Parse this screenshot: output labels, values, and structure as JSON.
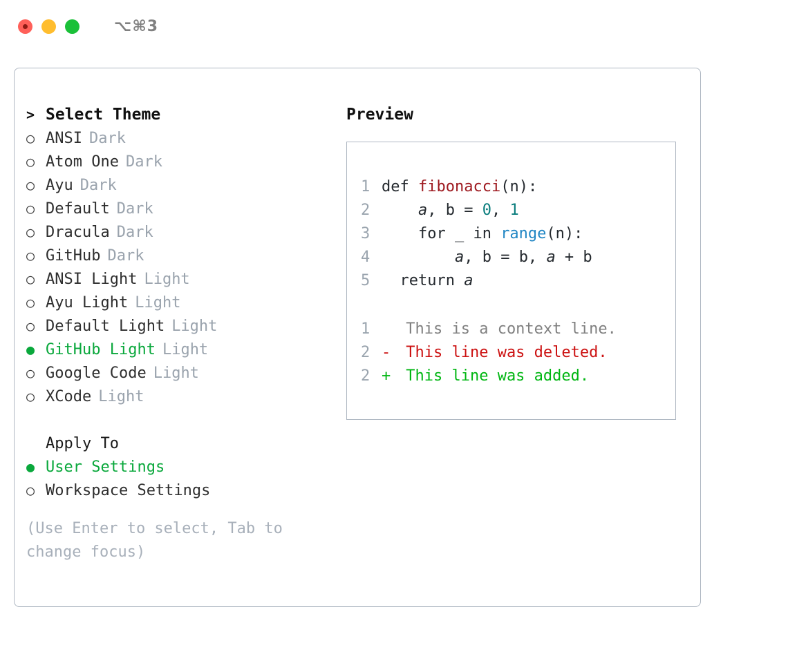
{
  "window": {
    "shortcut": "⌥⌘3",
    "traffic_lights": [
      "close-red",
      "minimize-amber",
      "maximize-green"
    ]
  },
  "theme_list": {
    "header_marker": ">",
    "header_label": "Select Theme",
    "items": [
      {
        "marker": "○",
        "name": "ANSI",
        "tag": "Dark",
        "selected": false
      },
      {
        "marker": "○",
        "name": "Atom One",
        "tag": "Dark",
        "selected": false
      },
      {
        "marker": "○",
        "name": "Ayu",
        "tag": "Dark",
        "selected": false
      },
      {
        "marker": "○",
        "name": "Default",
        "tag": "Dark",
        "selected": false
      },
      {
        "marker": "○",
        "name": "Dracula",
        "tag": "Dark",
        "selected": false
      },
      {
        "marker": "○",
        "name": "GitHub",
        "tag": "Dark",
        "selected": false
      },
      {
        "marker": "○",
        "name": "ANSI Light",
        "tag": "Light",
        "selected": false
      },
      {
        "marker": "○",
        "name": "Ayu Light",
        "tag": "Light",
        "selected": false
      },
      {
        "marker": "○",
        "name": "Default Light",
        "tag": "Light",
        "selected": false
      },
      {
        "marker": "●",
        "name": "GitHub Light",
        "tag": "Light",
        "selected": true
      },
      {
        "marker": "○",
        "name": "Google Code",
        "tag": "Light",
        "selected": false
      },
      {
        "marker": "○",
        "name": "XCode",
        "tag": "Light",
        "selected": false
      }
    ]
  },
  "apply_to": {
    "title": "Apply To",
    "options": [
      {
        "marker": "●",
        "label": "User Settings",
        "selected": true
      },
      {
        "marker": "○",
        "label": "Workspace Settings",
        "selected": false
      }
    ]
  },
  "hint": "(Use Enter to select, Tab to change focus)",
  "preview": {
    "title": "Preview",
    "code_lines": [
      {
        "num": "1",
        "tokens": [
          {
            "text": "def ",
            "type": "plain"
          },
          {
            "text": "fibonacci",
            "type": "fn"
          },
          {
            "text": "(n):",
            "type": "plain"
          }
        ]
      },
      {
        "num": "2",
        "tokens": [
          {
            "text": "    ",
            "type": "plain"
          },
          {
            "text": "a",
            "type": "var"
          },
          {
            "text": ", ",
            "type": "plain"
          },
          {
            "text": "b",
            "type": "plain"
          },
          {
            "text": " = ",
            "type": "plain"
          },
          {
            "text": "0",
            "type": "num"
          },
          {
            "text": ", ",
            "type": "plain"
          },
          {
            "text": "1",
            "type": "num"
          }
        ]
      },
      {
        "num": "3",
        "tokens": [
          {
            "text": "    for _ in ",
            "type": "plain"
          },
          {
            "text": "range",
            "type": "call"
          },
          {
            "text": "(n):",
            "type": "plain"
          }
        ]
      },
      {
        "num": "4",
        "tokens": [
          {
            "text": "        ",
            "type": "plain"
          },
          {
            "text": "a",
            "type": "var"
          },
          {
            "text": ", b = b, ",
            "type": "plain"
          },
          {
            "text": "a",
            "type": "var"
          },
          {
            "text": " + b",
            "type": "plain"
          }
        ]
      },
      {
        "num": "5",
        "tokens": [
          {
            "text": "  return ",
            "type": "plain"
          },
          {
            "text": "a",
            "type": "var"
          }
        ]
      }
    ],
    "diff_lines": [
      {
        "num": "1",
        "mark": " ",
        "text": " This is a context line.",
        "type": "context"
      },
      {
        "num": "2",
        "mark": "-",
        "text": " This line was deleted.",
        "type": "deleted"
      },
      {
        "num": "2",
        "mark": "+",
        "text": " This line was added.",
        "type": "added"
      }
    ]
  },
  "colors": {
    "selected_green": "#0aa83c",
    "tag_gray": "#9aa3ad",
    "hint_gray": "#a8b0ba",
    "border": "#aeb7c2",
    "fn_red": "#9e1a20",
    "num_teal": "#0a7d7d",
    "call_blue": "#2186c4",
    "diff_deleted": "#cc1111",
    "diff_added": "#00b612",
    "diff_context": "#808080",
    "line_number": "#9aa4ae"
  }
}
